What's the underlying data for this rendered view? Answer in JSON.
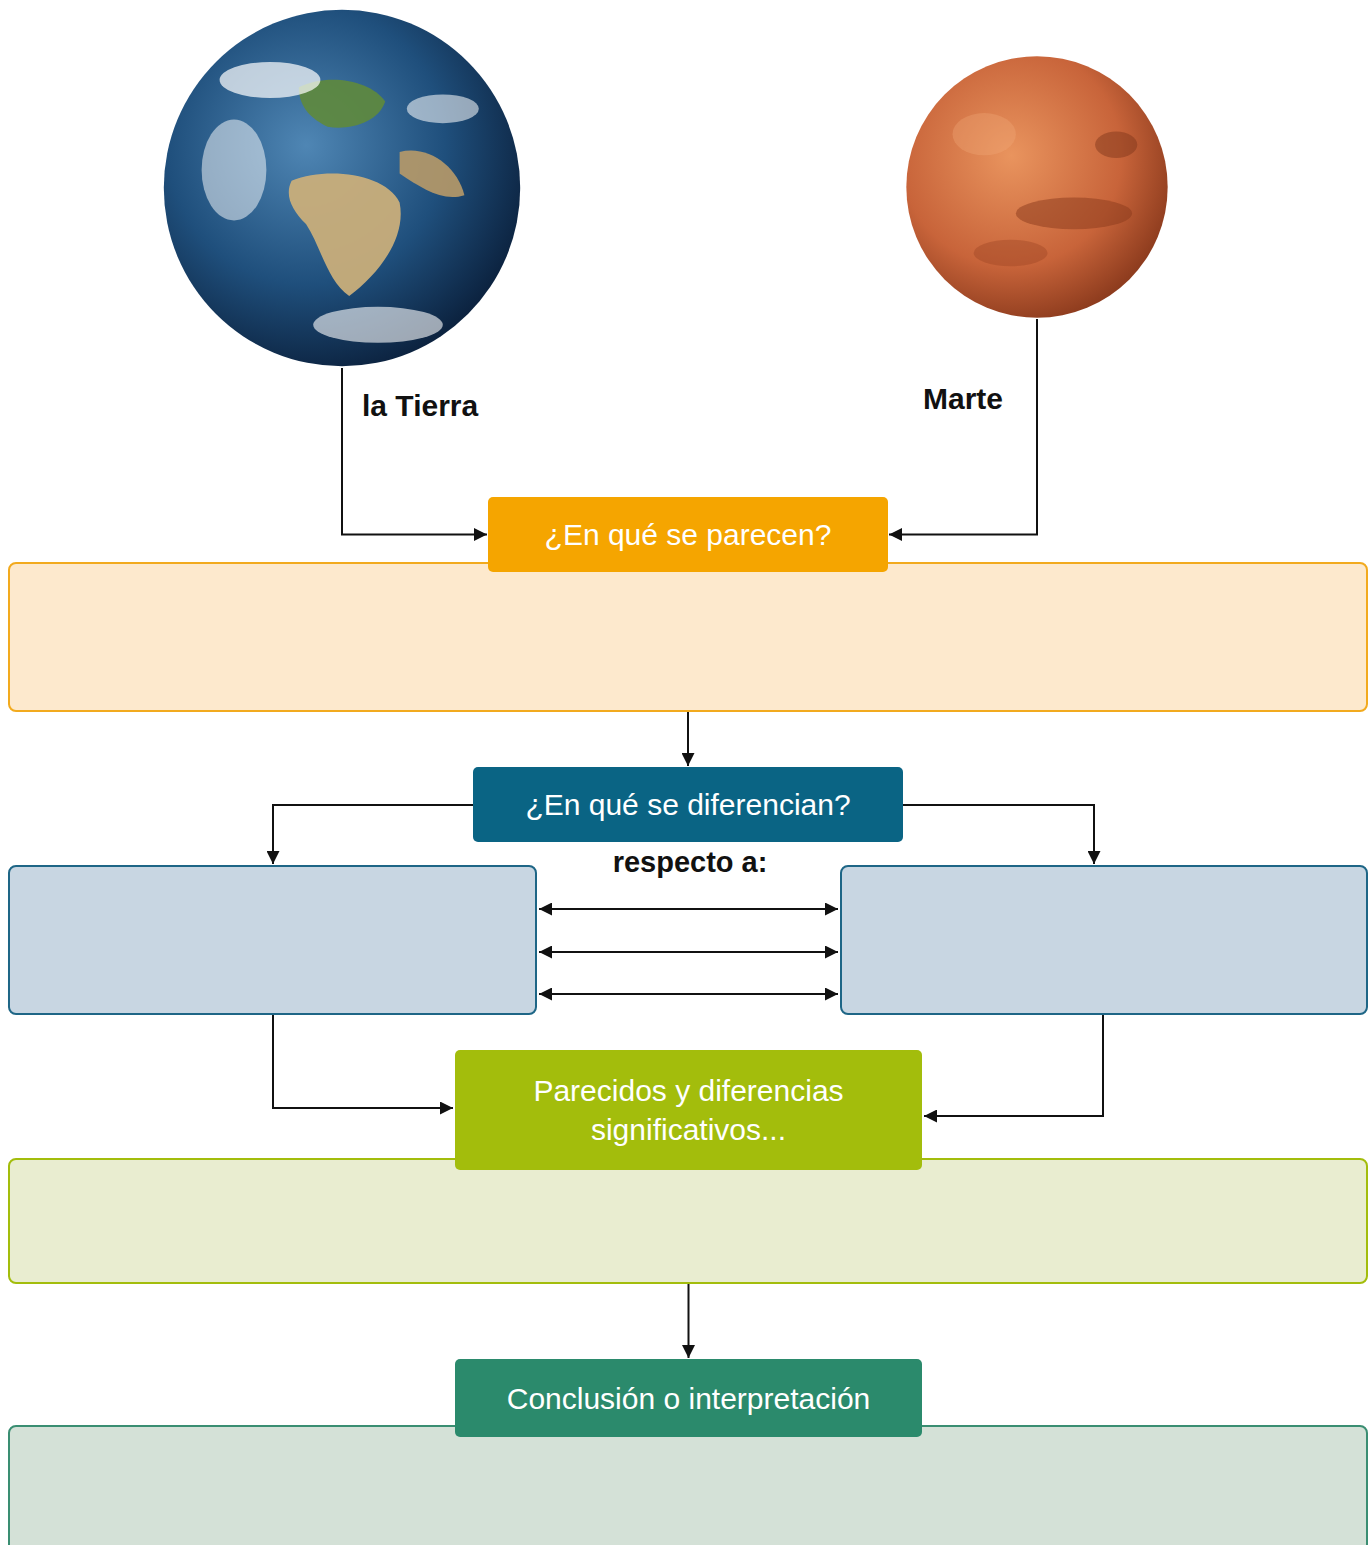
{
  "diagram": {
    "nodes": [
      {
        "text": [
          "la Tierra"
        ]
      },
      {
        "text": [
          "Marte"
        ]
      },
      {
        "text": [
          "¿En qué se parecen?"
        ]
      },
      {
        "text": [
          "¿En qué se diferencian?"
        ]
      },
      {
        "text": [
          "Parecidos y diferencias significativos..."
        ]
      },
      {
        "text": [
          "Conclusión o interpretación"
        ]
      }
    ],
    "edges": [
      {
        "from": 0,
        "to": 2,
        "arrow": "to"
      },
      {
        "from": 1,
        "to": 2,
        "arrow": "to"
      },
      {
        "from": 2,
        "to": 3,
        "arrow": "to"
      },
      {
        "from": 4,
        "to": 5,
        "arrow": "to"
      }
    ],
    "labels": [
      "respecto a:"
    ]
  }
}
